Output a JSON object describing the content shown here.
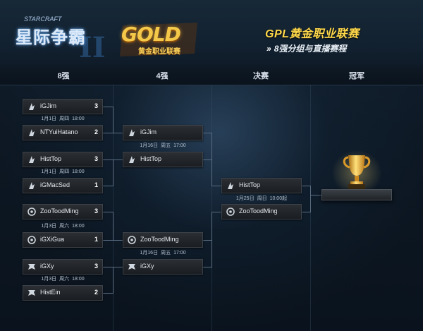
{
  "header": {
    "starcraft_small": "STARCRAFT",
    "starcraft_title": "星际争霸",
    "starcraft_numeral": "II",
    "gold_word": "GOLD",
    "gold_sub": "黄金职业联赛",
    "gpl_title": "GPL黄金职业联赛",
    "gpl_sub_arrow": "»",
    "gpl_sub": "8强分组与直播赛程"
  },
  "rounds": [
    "8强",
    "4强",
    "决赛",
    "冠军"
  ],
  "colors": {
    "accent_gold": "#ffd84a",
    "line": "#5b6e82",
    "card": "#2b2f34"
  },
  "quarterfinals": [
    {
      "p1": {
        "name": "iGJim",
        "score": "3",
        "race": "protoss-icon"
      },
      "p2": {
        "name": "NTYuiHatano",
        "score": "2",
        "race": "protoss-icon"
      },
      "date": "1月1日",
      "weekday": "周四",
      "time": "18:00"
    },
    {
      "p1": {
        "name": "HistTop",
        "score": "3",
        "race": "protoss-icon"
      },
      "p2": {
        "name": "iGMacSed",
        "score": "1",
        "race": "protoss-icon"
      },
      "date": "1月1日",
      "weekday": "周四",
      "time": "18:00"
    },
    {
      "p1": {
        "name": "ZooToodMing",
        "score": "3",
        "race": "zerg-icon"
      },
      "p2": {
        "name": "iGXiGua",
        "score": "1",
        "race": "zerg-icon"
      },
      "date": "1月3日",
      "weekday": "周六",
      "time": "18:00"
    },
    {
      "p1": {
        "name": "iGXy",
        "score": "3",
        "race": "terran-icon"
      },
      "p2": {
        "name": "HistEin",
        "score": "2",
        "race": "terran-icon"
      },
      "date": "1月3日",
      "weekday": "周六",
      "time": "18:00"
    }
  ],
  "semifinals": [
    {
      "p1": {
        "name": "iGJim",
        "race": "protoss-icon"
      },
      "p2": {
        "name": "HistTop",
        "race": "protoss-icon"
      },
      "date": "1月16日",
      "weekday": "周五",
      "time": "17:00"
    },
    {
      "p1": {
        "name": "ZooToodMing",
        "race": "zerg-icon"
      },
      "p2": {
        "name": "iGXy",
        "race": "terran-icon"
      },
      "date": "1月16日",
      "weekday": "周五",
      "time": "17:00"
    }
  ],
  "final": {
    "p1": {
      "name": "HistTop",
      "race": "protoss-icon"
    },
    "p2": {
      "name": "ZooToodMing",
      "race": "zerg-icon"
    },
    "date": "1月25日",
    "weekday": "周日",
    "time": "10:00起"
  },
  "champion": {
    "icon": "trophy-icon"
  }
}
